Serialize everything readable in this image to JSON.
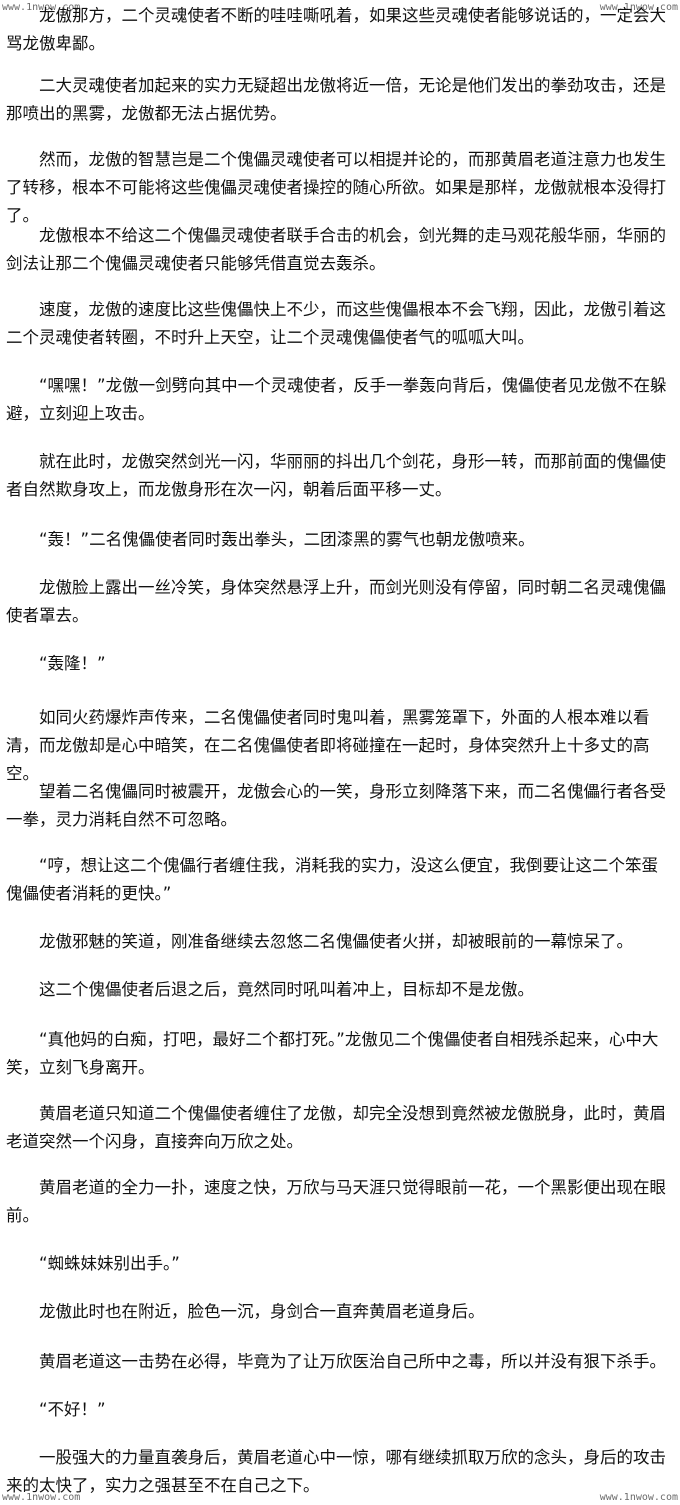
{
  "watermark": {
    "top_left": "www.1nwow.com",
    "top_right": "www.1nwow.com",
    "bottom_left": "www.1nwow.com",
    "bottom_right": "www.1nwow.com"
  },
  "paragraphs": [
    "龙傲那方，二个灵魂使者不断的哇哇嘶吼着，如果这些灵魂使者能够说话的，一定会大骂龙傲卑鄙。",
    "二大灵魂使者加起来的实力无疑超出龙傲将近一倍，无论是他们发出的拳劲攻击，还是那喷出的黑雾，龙傲都无法占据优势。",
    "然而，龙傲的智慧岂是二个傀儡灵魂使者可以相提并论的，而那黄眉老道注意力也发生了转移，根本不可能将这些傀儡灵魂使者操控的随心所欲。如果是那样，龙傲就根本没得打了。",
    "龙傲根本不给这二个傀儡灵魂使者联手合击的机会，剑光舞的走马观花般华丽，华丽的剑法让那二个傀儡灵魂使者只能够凭借直觉去轰杀。",
    "速度，龙傲的速度比这些傀儡快上不少，而这些傀儡根本不会飞翔，因此，龙傲引着这二个灵魂使者转圈，不时升上天空，让二个灵魂傀儡使者气的呱呱大叫。",
    "“嘿嘿！”龙傲一剑劈向其中一个灵魂使者，反手一拳轰向背后，傀儡使者见龙傲不在躲避，立刻迎上攻击。",
    "就在此时，龙傲突然剑光一闪，华丽丽的抖出几个剑花，身形一转，而那前面的傀儡使者自然欺身攻上，而龙傲身形在次一闪，朝着后面平移一丈。",
    "“轰！”二名傀儡使者同时轰出拳头，二团漆黑的雾气也朝龙傲喷来。",
    "龙傲脸上露出一丝冷笑，身体突然悬浮上升，而剑光则没有停留，同时朝二名灵魂傀儡使者罩去。",
    "“轰隆！”",
    "如同火药爆炸声传来，二名傀儡使者同时鬼叫着，黑雾笼罩下，外面的人根本难以看清，而龙傲却是心中暗笑，在二名傀儡使者即将碰撞在一起时，身体突然升上十多丈的高空。",
    "望着二名傀儡同时被震开，龙傲会心的一笑，身形立刻降落下来，而二名傀儡行者各受一拳，灵力消耗自然不可忽略。",
    "“哼，想让这二个傀儡行者缠住我，消耗我的实力，没这么便宜，我倒要让这二个笨蛋傀儡使者消耗的更快。”",
    "龙傲邪魅的笑道，刚准备继续去忽悠二名傀儡使者火拼，却被眼前的一幕惊呆了。",
    "这二个傀儡使者后退之后，竟然同时吼叫着冲上，目标却不是龙傲。",
    "“真他妈的白痴，打吧，最好二个都打死。”龙傲见二个傀儡使者自相残杀起来，心中大笑，立刻飞身离开。",
    "黄眉老道只知道二个傀儡使者缠住了龙傲，却完全没想到竟然被龙傲脱身，此时，黄眉老道突然一个闪身，直接奔向万欣之处。",
    "黄眉老道的全力一扑，速度之快，万欣与马天涯只觉得眼前一花，一个黑影便出现在眼前。",
    "“蜘蛛妹妹别出手。”",
    "龙傲此时也在附近，脸色一沉，身剑合一直奔黄眉老道身后。",
    "黄眉老道这一击势在必得，毕竟为了让万欣医治自己所中之毒，所以并没有狠下杀手。",
    "“不好！”",
    "一股强大的力量直袭身后，黄眉老道心中一惊，哪有继续抓取万欣的念头，身后的攻击来的太快了，实力之强甚至不在自己之下。"
  ]
}
